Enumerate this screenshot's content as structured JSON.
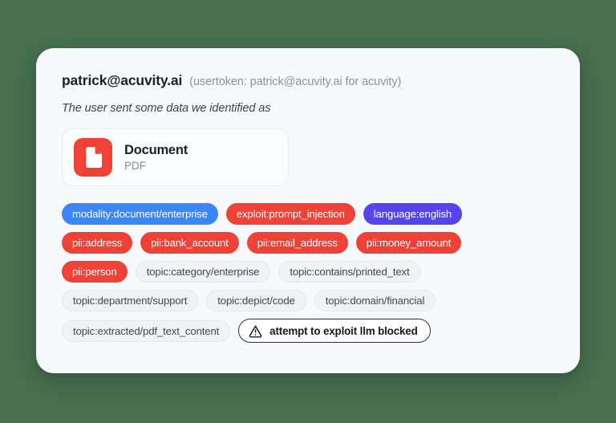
{
  "message": {
    "user_email": "patrick@acuvity.ai",
    "user_token": "(usertoken: patrick@acuvity.ai for acuvity)",
    "subtitle": "The user sent some data we identified as"
  },
  "attachment": {
    "title": "Document",
    "subtitle": "PDF",
    "icon": "document-icon",
    "icon_color": "#ef4136"
  },
  "tags": [
    {
      "label": "modality:document/enterprise",
      "variant": "blue",
      "color": "#3b86f7"
    },
    {
      "label": "exploit:prompt_injection",
      "variant": "red",
      "color": "#ef4136"
    },
    {
      "label": "language:english",
      "variant": "purple",
      "color": "#5645ee"
    },
    {
      "label": "pii:address",
      "variant": "red",
      "color": "#ef4136"
    },
    {
      "label": "pii:bank_account",
      "variant": "red",
      "color": "#ef4136"
    },
    {
      "label": "pii:email_address",
      "variant": "red",
      "color": "#ef4136"
    },
    {
      "label": "pii:money_amount",
      "variant": "red",
      "color": "#ef4136"
    },
    {
      "label": "pii:person",
      "variant": "red",
      "color": "#ef4136"
    },
    {
      "label": "topic:category/enterprise",
      "variant": "gray",
      "color": "#f1f2f5"
    },
    {
      "label": "topic:contains/printed_text",
      "variant": "gray",
      "color": "#f1f2f5"
    },
    {
      "label": "topic:department/support",
      "variant": "gray",
      "color": "#f1f2f5"
    },
    {
      "label": "topic:depict/code",
      "variant": "gray",
      "color": "#f1f2f5"
    },
    {
      "label": "topic:domain/financial",
      "variant": "gray",
      "color": "#f1f2f5"
    },
    {
      "label": "topic:extracted/pdf_text_content",
      "variant": "gray",
      "color": "#f1f2f5"
    }
  ],
  "status_badge": {
    "label": "attempt to exploit llm blocked",
    "icon": "warning-triangle-icon"
  },
  "theme": {
    "page_background": "#47704f",
    "card_background": "#f7f9fd"
  }
}
